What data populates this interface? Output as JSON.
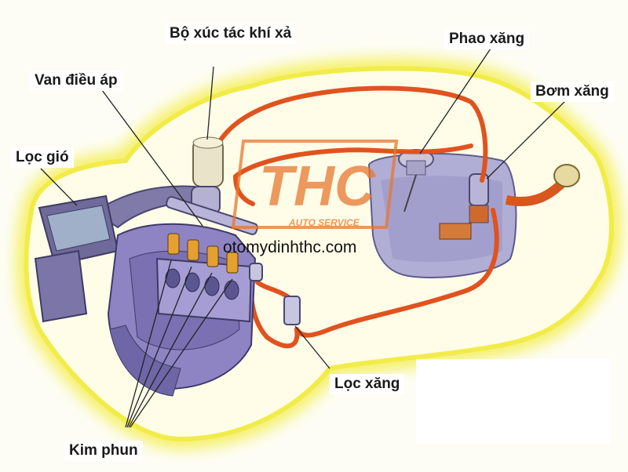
{
  "labels": {
    "catalytic": "Bộ xúc tác khí xả",
    "float": "Phao xăng",
    "regulator": "Van điều áp",
    "pump": "Bơm xăng",
    "air_filter": "Lọc gió",
    "fuel_filter": "Lọc xăng",
    "injectors": "Kim phun"
  },
  "watermark": {
    "logo": "THC",
    "tagline": "AUTO SERVICE",
    "url": "otomydinhthc.com"
  },
  "colors": {
    "fuel_line": "#e0531e",
    "glow": "#f6f27a",
    "engine": "#8e84c4",
    "logo": "#e8772f"
  }
}
